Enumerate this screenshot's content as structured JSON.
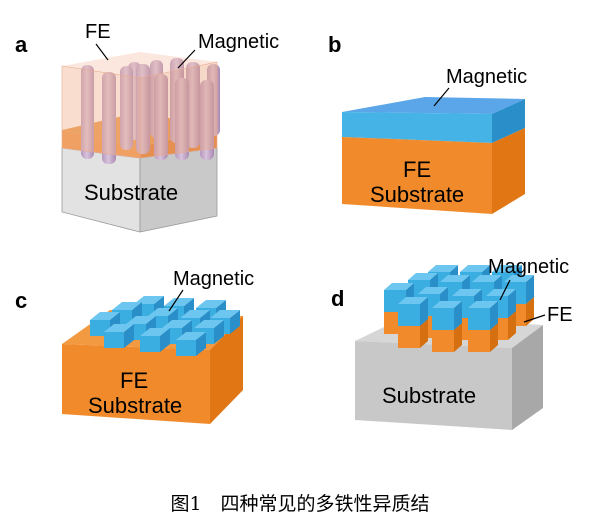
{
  "panels": {
    "a": {
      "letter": "a",
      "fe_label": "FE",
      "magnetic_label": "Magnetic",
      "substrate_label": "Substrate"
    },
    "b": {
      "letter": "b",
      "magnetic_label": "Magnetic",
      "substrate_line1": "FE",
      "substrate_line2": "Substrate"
    },
    "c": {
      "letter": "c",
      "magnetic_label": "Magnetic",
      "substrate_line1": "FE",
      "substrate_line2": "Substrate"
    },
    "d": {
      "letter": "d",
      "magnetic_label": "Magnetic",
      "fe_label": "FE",
      "substrate_label": "Substrate"
    }
  },
  "caption": "图1　四种常见的多铁性异质结",
  "colors": {
    "orange": "#f08a2a",
    "blue": "#3aaee0",
    "gray": "#d0d0d0",
    "pink": "#f6c7b8"
  }
}
